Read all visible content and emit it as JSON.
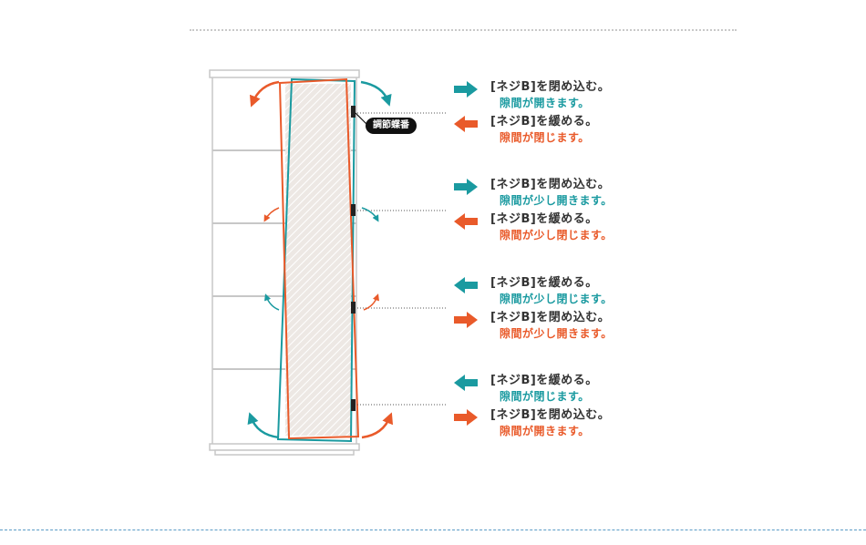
{
  "colors": {
    "teal": "#1a9aa0",
    "orange": "#e95a2a",
    "cabinet_line": "#c7c7c7",
    "door_fill": "#ede8e4"
  },
  "hinge_badge": {
    "label": "調節蝶番"
  },
  "groups": [
    {
      "first": {
        "direction": "right",
        "color": "teal",
        "main": "[ネジB]を閉め込む。",
        "sub": "隙間が開きます。"
      },
      "second": {
        "direction": "left",
        "color": "orange",
        "main": "[ネジB]を緩める。",
        "sub": "隙間が閉じます。"
      }
    },
    {
      "first": {
        "direction": "right",
        "color": "teal",
        "main": "[ネジB]を閉め込む。",
        "sub": "隙間が少し開きます。"
      },
      "second": {
        "direction": "left",
        "color": "orange",
        "main": "[ネジB]を緩める。",
        "sub": "隙間が少し閉じます。"
      }
    },
    {
      "first": {
        "direction": "left",
        "color": "teal",
        "main": "[ネジB]を緩める。",
        "sub": "隙間が少し閉じます。"
      },
      "second": {
        "direction": "right",
        "color": "orange",
        "main": "[ネジB]を閉め込む。",
        "sub": "隙間が少し開きます。"
      }
    },
    {
      "first": {
        "direction": "left",
        "color": "teal",
        "main": "[ネジB]を緩める。",
        "sub": "隙間が閉じます。"
      },
      "second": {
        "direction": "right",
        "color": "orange",
        "main": "[ネジB]を閉め込む。",
        "sub": "隙間が開きます。"
      }
    }
  ]
}
